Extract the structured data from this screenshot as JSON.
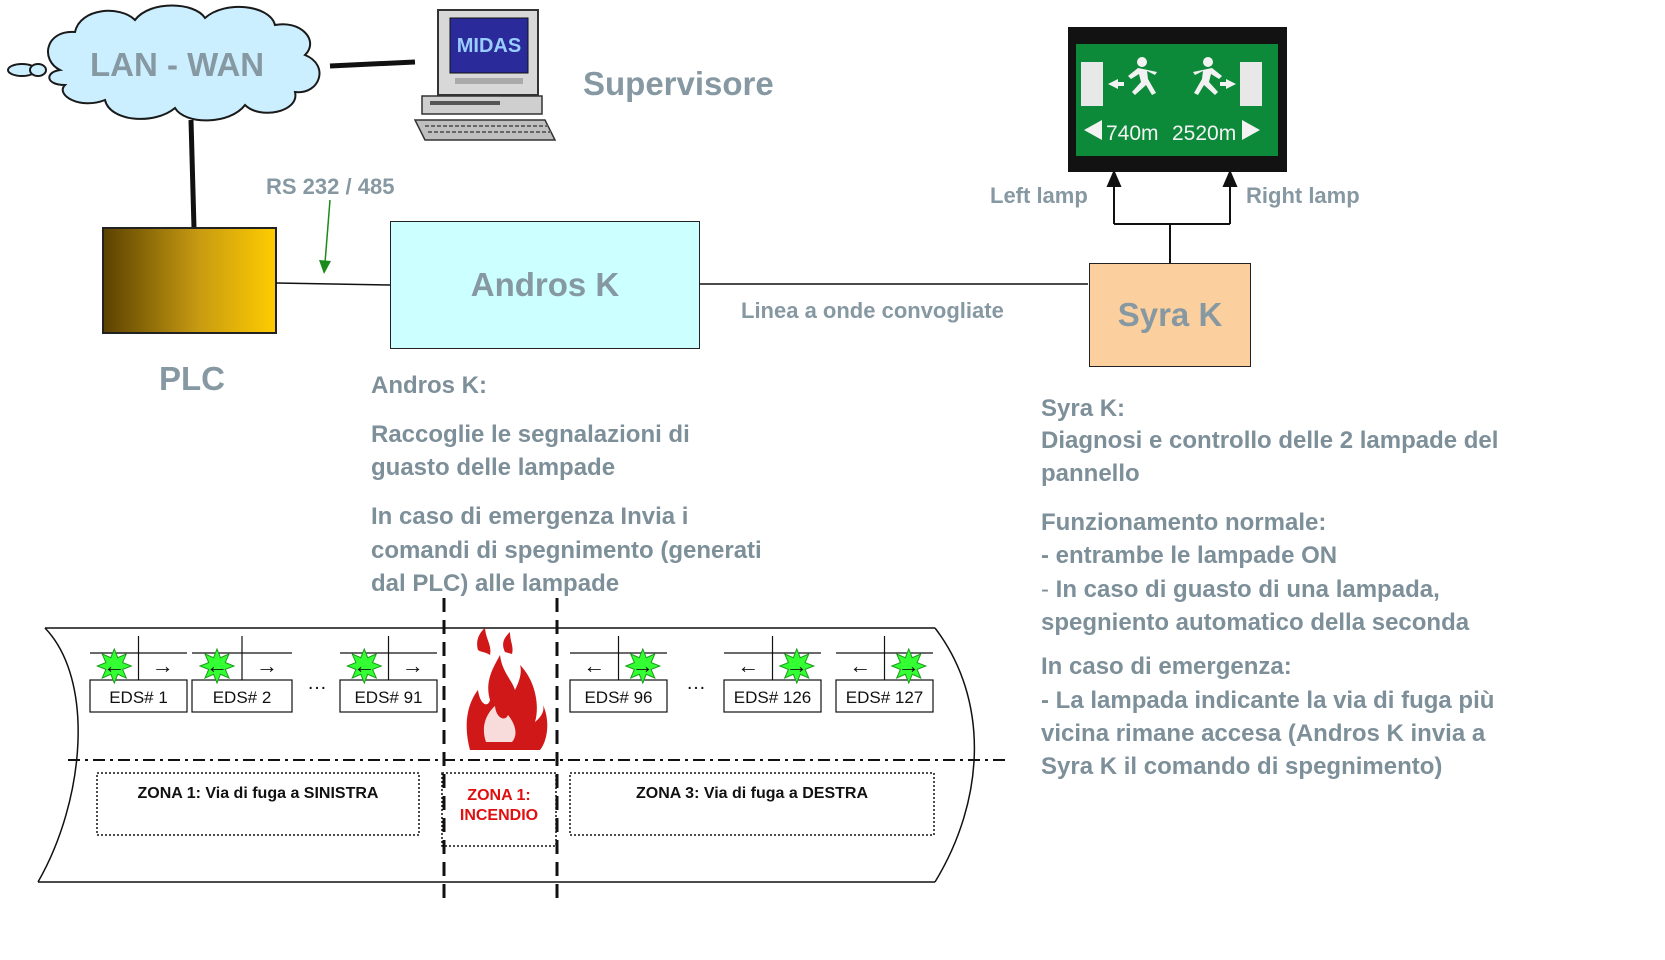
{
  "network": {
    "cloud_label": "LAN - WAN",
    "supervisor_label": "Supervisore",
    "monitor_screen_text": "MIDAS",
    "rs_label": "RS 232 / 485",
    "plc_label": "PLC",
    "andros_box_label": "Andros K",
    "line_label": "Linea  a onde convogliate",
    "syra_box_label": "Syra K"
  },
  "sign": {
    "left_distance": "740m",
    "right_distance": "2520m",
    "left_lamp_label": "Left lamp",
    "right_lamp_label": "Right lamp"
  },
  "andros_desc": {
    "title": "Andros K:",
    "p1_line1": "Raccoglie le segnalazioni di",
    "p1_line2": "guasto delle lampade",
    "p2_line1": "In caso di emergenza Invia i",
    "p2_line2": "comandi di spegnimento (generati",
    "p2_line3": "dal PLC) alle lampade"
  },
  "syra_desc": {
    "title": "Syra K:",
    "l1": "Diagnosi e controllo delle 2 lampade del",
    "l2": "pannello",
    "l3": "Funzionamento normale:",
    "l4": "- entrambe le lampade ON",
    "l5_dash": "-",
    "l5": " In caso di guasto di una lampada,",
    "l6": "spegniento automatico della seconda",
    "l7": "In caso di emergenza:",
    "l8": "- La lampada indicante la via di fuga più",
    "l9": "vicina rimane accesa (Andros K invia a",
    "l10": "Syra K il comando di spegnimento)"
  },
  "tunnel": {
    "eds_labels": [
      "EDS# 1",
      "EDS# 2",
      "EDS# 91",
      "EDS# 96",
      "EDS# 126",
      "EDS# 127"
    ],
    "ellipsis": "…",
    "zone_left": "ZONA 1: Via di fuga a SINISTRA",
    "zone_fire_line1": "ZONA 1:",
    "zone_fire_line2": "INCENDIO",
    "zone_right": "ZONA 3: Via di fuga a DESTRA"
  },
  "colors": {
    "text_gray": "#7d8f99",
    "andros_fill": "#ccffff",
    "syra_fill": "#fccf9e",
    "plc_gradient_start": "#5a4100",
    "plc_gradient_end": "#ffcc00",
    "sign_green": "#0c8a3a",
    "lamp_green": "#33ff33",
    "fire_red": "#d01818"
  }
}
